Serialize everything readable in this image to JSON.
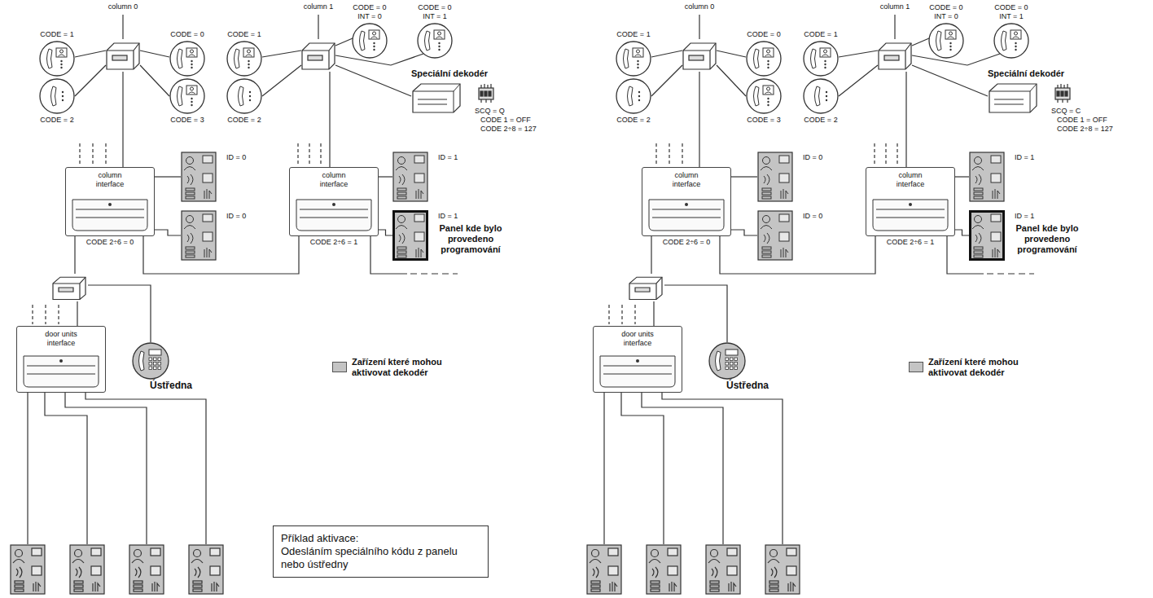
{
  "diagram": {
    "nodes": [
      {
        "text": [
          "CODE = 1"
        ]
      },
      {
        "text": [
          "CODE = 0"
        ]
      },
      {
        "text": [
          "CODE = 0 INT = 0"
        ]
      },
      {
        "text": [
          "CODE = 0 INT = 1"
        ]
      },
      {
        "text": [
          "CODE = 1"
        ]
      },
      {
        "text": [
          "CODE = 2"
        ]
      },
      {
        "text": [
          "CODE = 3"
        ]
      },
      {
        "text": [
          "CODE = 2"
        ]
      },
      {
        "text": [
          "Speciální dekodér"
        ]
      },
      {
        "text": [
          "ID = 0"
        ]
      },
      {
        "text": [
          "ID = 1"
        ]
      },
      {
        "text": [
          "column interface",
          "CODE 2÷6 = 0"
        ]
      },
      {
        "text": [
          "ID = 0"
        ]
      },
      {
        "text": [
          "column interface",
          "CODE 2÷6 = 1"
        ]
      },
      {
        "text": [
          "ID = 1",
          "Panel kde bylo provedeno programování"
        ]
      },
      {
        "text": [
          "door units interface"
        ]
      },
      {
        "text": [
          "Ústředna"
        ]
      },
      {
        "text": [
          "Příklad aktivace:",
          "Odesláním speciálního kódu z panelu nebo ústředny"
        ]
      },
      {
        "text": [
          "CODE = 1"
        ]
      },
      {
        "text": [
          "CODE = 0"
        ]
      },
      {
        "text": [
          "CODE = 0 INT = 0"
        ]
      },
      {
        "text": [
          "CODE = 0 INT = 1"
        ]
      },
      {
        "text": [
          "CODE = 1"
        ]
      },
      {
        "text": [
          "CODE = 2"
        ]
      },
      {
        "text": [
          "CODE = 3"
        ]
      },
      {
        "text": [
          "CODE = 2"
        ]
      },
      {
        "text": [
          "Speciální dekodér"
        ]
      },
      {
        "text": [
          "ID = 0"
        ]
      },
      {
        "text": [
          "ID = 1"
        ]
      },
      {
        "text": [
          "column interface",
          "CODE 2÷6 = 0"
        ]
      },
      {
        "text": [
          "ID = 0"
        ]
      },
      {
        "text": [
          "column interface",
          "CODE 2÷6 = 1"
        ]
      },
      {
        "text": [
          "ID = 1",
          "Panel kde bylo provedeno programování"
        ]
      },
      {
        "text": [
          "door units interface"
        ]
      },
      {
        "text": [
          "Ústředna"
        ]
      }
    ],
    "edges": [
      {
        "from": 11,
        "to": 9,
        "arrow": "none"
      },
      {
        "from": 11,
        "to": 12,
        "arrow": "none"
      },
      {
        "from": 13,
        "to": 10,
        "arrow": "none"
      },
      {
        "from": 13,
        "to": 14,
        "arrow": "none"
      },
      {
        "from": 11,
        "to": 13,
        "arrow": "none"
      },
      {
        "from": 29,
        "to": 27,
        "arrow": "none"
      },
      {
        "from": 29,
        "to": 30,
        "arrow": "none"
      },
      {
        "from": 31,
        "to": 28,
        "arrow": "none"
      },
      {
        "from": 31,
        "to": 32,
        "arrow": "none"
      },
      {
        "from": 29,
        "to": 31,
        "arrow": "none"
      }
    ],
    "labels": [
      "column 0",
      "column 1",
      "SCQ = Q",
      "CODE 1 = OFF",
      "CODE 2÷8 = 127",
      "column 0",
      "column 1",
      "SCQ = C",
      "CODE 1 = OFF",
      "CODE 2÷8 = 127"
    ],
    "legend": [
      {
        "text": "Zařízení které mohou aktivovat dekodér",
        "color": "#c4c4c4"
      },
      {
        "text": "Zařízení které mohou aktivovat dekodér",
        "color": "#c4c4c4"
      }
    ]
  }
}
